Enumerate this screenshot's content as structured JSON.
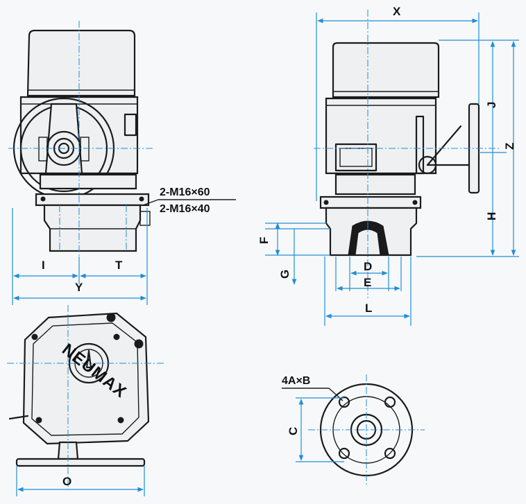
{
  "drawing": {
    "labels": {
      "X": "X",
      "J": "J",
      "Z": "Z",
      "H": "H",
      "F": "F",
      "G": "G",
      "D": "D",
      "E": "E",
      "L": "L",
      "I": "I",
      "T": "T",
      "Y": "Y",
      "O": "O",
      "C": "C"
    },
    "notes": {
      "bolt_top": "2-M16×60",
      "bolt_bottom": "2-M16×40",
      "flange_holes": "4A×B"
    },
    "logo": "NEUMAX"
  },
  "colors": {
    "ink": "#1b1b1b",
    "dimension": "#1f8fd6",
    "paper": "#f7f8fa"
  }
}
